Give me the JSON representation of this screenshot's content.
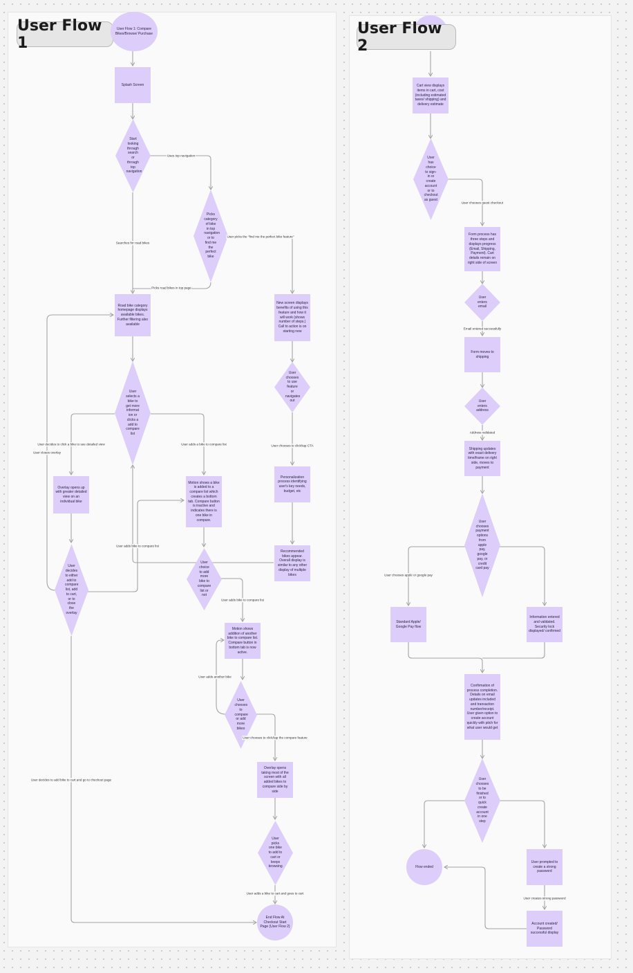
{
  "flow1": {
    "title": "User Flow 1",
    "nodes": {
      "start": "User Flow 1: Compare Bikes/Browse/ Purchase",
      "splash": "Splash Screen",
      "d_search": "Start looking through search or through top navigation",
      "d_category": "Picks category of bike in top navigation or to find me the perfect bike",
      "road": "Road bike category homepage displays available bikes. Further filtering also available",
      "newscreen": "New screen displays benefits of using this feature and how it will work (shows number of steps.) Call to action is on starting new",
      "d_select": "User selects a bike to get more informat ion or clicks a add to compare list",
      "d_usefeature": "User chooses to use feature or navigates out",
      "overlay": "Overlay opens up with greater detailed view on an individual bike",
      "motion1": "Motion shows a bike is added to a compare list which creates a bottom tab. Compare button is inactive and indicates there is one bike in compare.",
      "personal": "Personalization process identifying user's key needs, budget, etc",
      "recommended": "Recommended bikes appear. Overall display is similar to any other display of multiple bikes",
      "d_overlaychoice": "User decides to either add to compare list, add to cart, or to close the overlay",
      "d_addmore": "User choice to add more bike to compare list or not",
      "motion2": "Motion shows addition of another bike to compare list. Compare button in bottom tab is now active.",
      "d_compareadd": "User chooses to compare or add more bikes",
      "overlay2": "Overlay opens taking most of the screen with all added bikes to compare side by side",
      "d_pick": "User picks one bike to add to cart or keeps browsing",
      "end": "End Flow At Checkout Start Page (User Flow 2)"
    },
    "edges": {
      "top_nav": "Uses top navigation",
      "search_road": "Searches for road bikes",
      "find_perfect": "User picks the \"find me the perfect bike feature\"",
      "picks_road": "Picks road bikes in top page",
      "see_detailed": "User decides to click a bike to see detailed view",
      "closes_overlay": "User closes overlay",
      "adds_compare": "User adds a bike to compare list",
      "click_cta": "User chooses to click/tap CTA",
      "adds_compare2": "User adds bike to compare list",
      "adds_compare3": "User adds bike to compare list",
      "adds_another": "User adds another bike",
      "tap_compare": "User chooses to click/tap the compare feature",
      "add_to_cart": "User decides to add bike to cart and go to checkout page",
      "adds_cart": "User adds a bike to cart and goes to cart"
    }
  },
  "flow2": {
    "title": "User Flow 2",
    "nodes": {
      "cart": "Cart view displays items in cart, cost (including estimated taxes/ shipping) and delivery estimate",
      "d_signin": "User has choice to sign-in or create account or to checkout as guest",
      "form": "Form process has three steps and displays progress (Email, Shipping, Payment). Cart details remain on right side of screen",
      "d_email": "User enters email",
      "shipping": "Form moves to shipping",
      "d_address": "User enters address",
      "ship_update": "Shipping updates with exact delivery time/frame on right side, moves to payment",
      "d_payment": "User chooses payment options from apple pay, google pay, or credit card pay",
      "applepay": "Standard Apple/ Google Pay flow",
      "cardinfo": "Information entered and validated. Security lock displayed/ confirmed",
      "confirm": "Confirmation of process completion. Details on email updates included and transaction number/receipt. User given option to create account quickly with pitch for what user would get",
      "d_finish": "User chooses to be finished or to quick create account in one step",
      "ended": "Flow ended",
      "prompted": "User prompted to create a strong password",
      "created": "Account created/ Password successful display"
    },
    "edges": {
      "guest": "User chooses guest checkout",
      "email_ok": "Email entered successfully",
      "address_ok": "Address validated",
      "apple_google": "User chooses apple or google pay",
      "strong_pw": "User creates strong password"
    }
  }
}
